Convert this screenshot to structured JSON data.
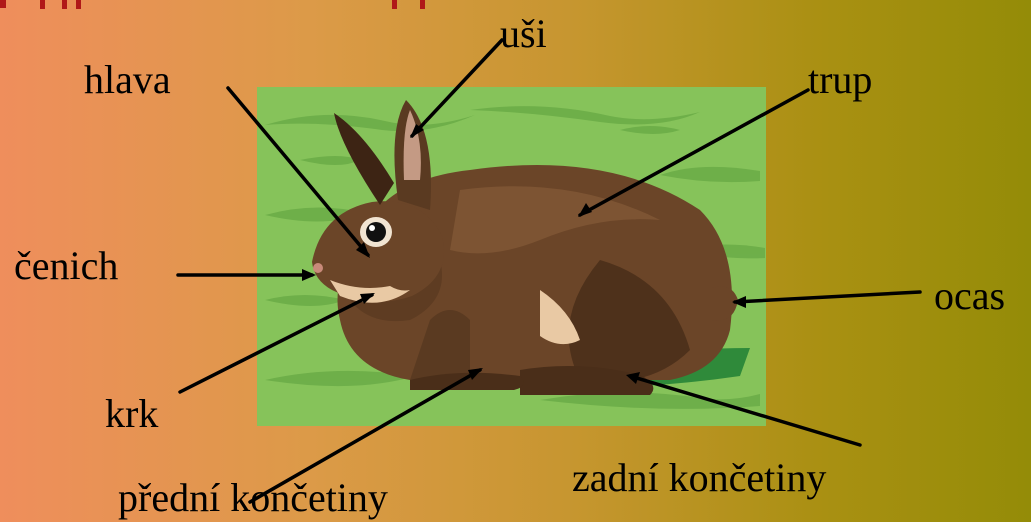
{
  "labels": {
    "usi": "uši",
    "hlava": "hlava",
    "trup": "trup",
    "cenich": "čenich",
    "ocas": "ocas",
    "krk": "krk",
    "predni": "přední končetiny",
    "zadni": "zadní  končetiny"
  },
  "colors": {
    "background_left": "#ef8e5c",
    "background_right": "#948c08",
    "grass": "#86c35a",
    "rabbit": "#5b3a22",
    "heading_fragment": "#b01818"
  }
}
